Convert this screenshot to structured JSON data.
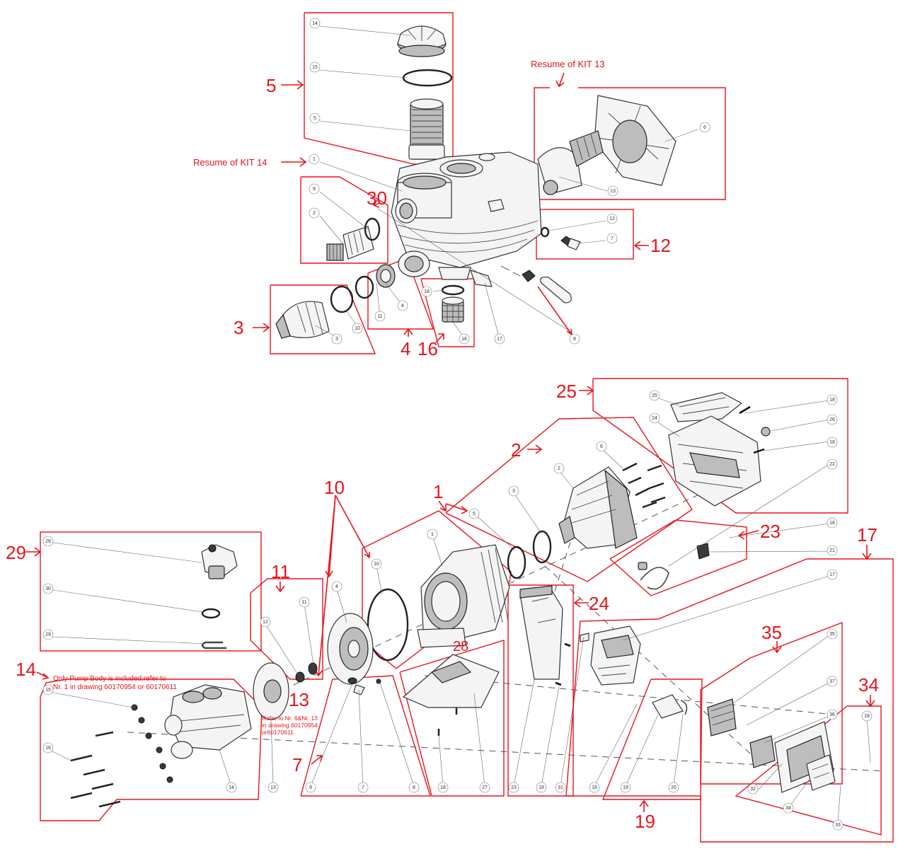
{
  "callouts": {
    "top": [
      "14",
      "15",
      "5",
      "1",
      "9",
      "2",
      "30",
      "13",
      "6",
      "12",
      "7",
      "18",
      "11",
      "4",
      "10",
      "3",
      "16",
      "17",
      "8"
    ],
    "bottom": [
      "28",
      "30",
      "29",
      "12",
      "11",
      "4",
      "10",
      "1",
      "3",
      "5",
      "2",
      "6",
      "25",
      "24",
      "18",
      "26",
      "22",
      "21",
      "17",
      "35",
      "37",
      "36",
      "34",
      "32",
      "33",
      "20",
      "19",
      "31",
      "23",
      "27",
      "8",
      "7",
      "9",
      "13",
      "14",
      "16",
      "15"
    ]
  },
  "kits": {
    "k5": "5",
    "k3": "3",
    "k4": "4",
    "k16": "16",
    "k12": "12",
    "k30": "30",
    "k25": "25",
    "k2": "2",
    "k1": "1",
    "k10": "10",
    "k29": "29",
    "k11": "11",
    "k23": "23",
    "k17": "17",
    "k24": "24",
    "k28": "28",
    "k35": "35",
    "k34": "34",
    "k14": "14",
    "k13": "13",
    "k7": "7",
    "k19": "19"
  },
  "labels": {
    "resume_kit_13": "Resume of KIT 13",
    "resume_kit_14": "Resume of KIT 14",
    "note_14_line1": "Only Pump Body is included,refer to",
    "note_14_line2": "Nr. 1 in drawing 60170954 or 60170611",
    "note_13_line1": "Refer to Nr. 6&Nr. 13",
    "note_13_line2": "in drawing 60170954",
    "note_13_line3": "or60170611."
  },
  "colors": {
    "kit_red": "#e8141b",
    "line": "#333333"
  }
}
